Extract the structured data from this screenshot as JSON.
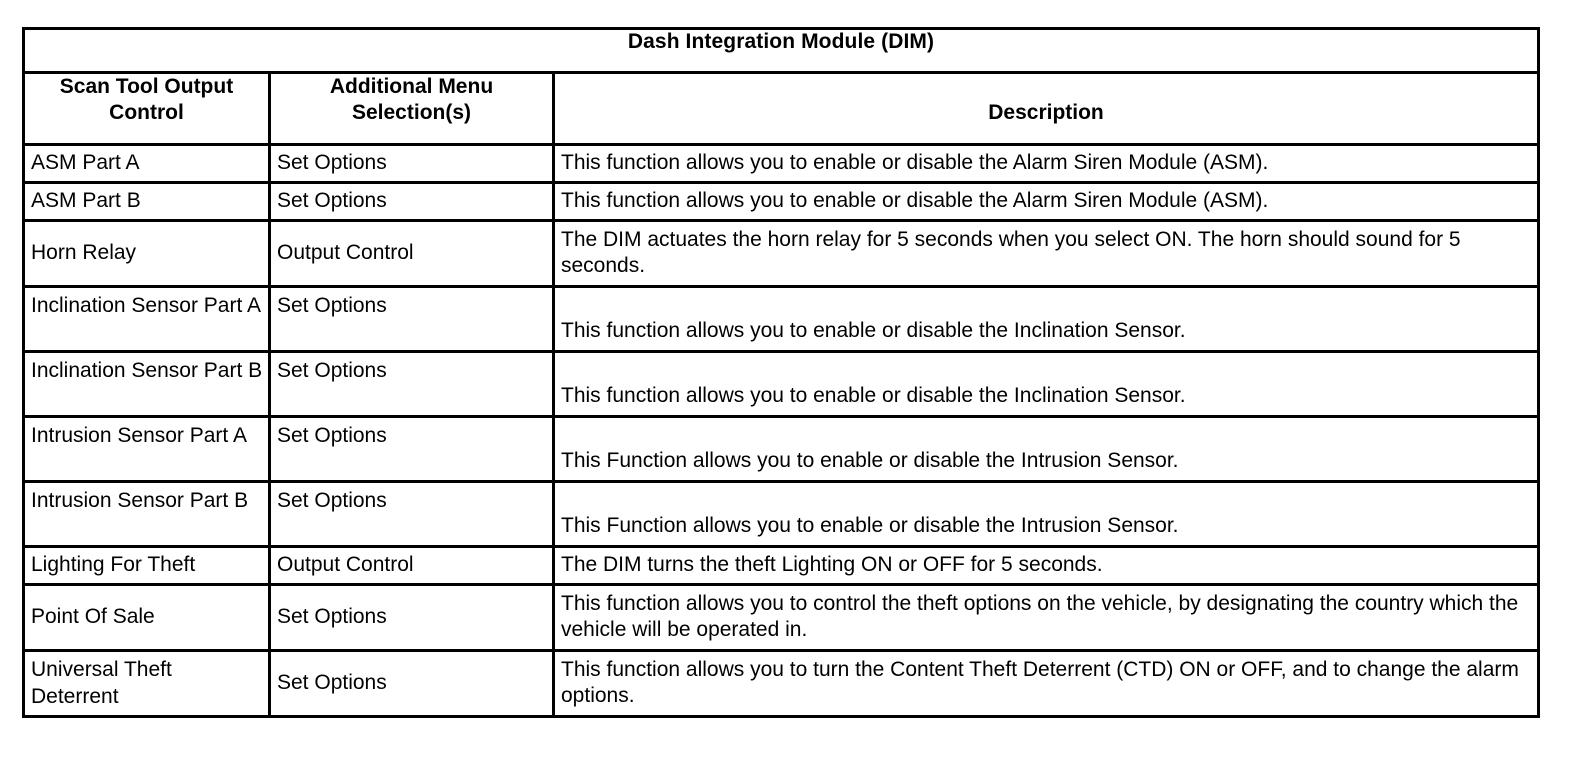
{
  "table": {
    "title": "Dash Integration Module (DIM)",
    "columns": [
      "Scan Tool Output Control",
      "Additional Menu Selection(s)",
      "Description"
    ],
    "column_headers": {
      "col1_line1": "Scan Tool Output",
      "col1_line2": "Control",
      "col2_line1": "Additional Menu",
      "col2_line2": "Selection(s)",
      "col3": "Description"
    },
    "rows": [
      {
        "control": "ASM Part A",
        "menu": "Set Options",
        "description": "This function allows you to enable or disable the Alarm Siren Module (ASM)."
      },
      {
        "control": "ASM Part B",
        "menu": "Set Options",
        "description": "This function allows you to enable or disable the Alarm Siren Module (ASM)."
      },
      {
        "control": "Horn Relay",
        "menu": "Output Control",
        "description": "The DIM actuates the horn relay for 5 seconds when you select ON. The horn should sound for 5 seconds."
      },
      {
        "control": "Inclination Sensor Part A",
        "menu": "Set Options",
        "description": "This function allows you to enable or disable the Inclination Sensor."
      },
      {
        "control": "Inclination Sensor Part B",
        "menu": "Set Options",
        "description": "This function allows you to enable or disable the Inclination Sensor."
      },
      {
        "control": "Intrusion Sensor Part A",
        "menu": "Set Options",
        "description": "This Function allows you to enable or disable the Intrusion Sensor."
      },
      {
        "control": "Intrusion Sensor Part B",
        "menu": "Set Options",
        "description": "This Function allows you to enable or disable the Intrusion Sensor."
      },
      {
        "control": "Lighting For Theft",
        "menu": "Output Control",
        "description": "The DIM turns the theft Lighting ON or OFF for 5 seconds."
      },
      {
        "control": "Point Of Sale",
        "menu": "Set Options",
        "description": "This function allows you to control the theft options on the vehicle, by designating the country which the vehicle will be operated in."
      },
      {
        "control": "Universal Theft Deterrent",
        "menu": "Set Options",
        "description": "This function allows you to turn the Content Theft Deterrent (CTD) ON or OFF, and to change the alarm options."
      }
    ]
  },
  "style": {
    "border_color": "#000000",
    "background": "#ffffff",
    "text_color": "#000000"
  }
}
